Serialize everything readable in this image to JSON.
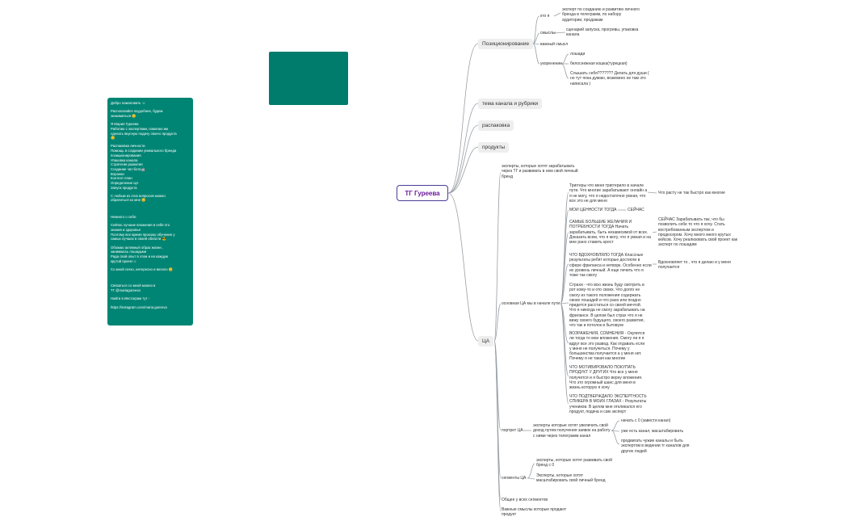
{
  "root": {
    "label": "ТГ Гуреева"
  },
  "panel": {
    "paragraphs": [
      [
        "Добро пожаловать ☺"
      ],
      [
        "Располагайся поудобнее, будем",
        "знакомиться 😊"
      ],
      [
        "Я Мария Гуреева",
        "Работаю с экспертами, помогаю им",
        "сделать вкусную подачу своего продукта",
        "😊"
      ],
      [
        "Распаковка личности",
        "Помощь в создании уникального бренда",
        "позиционирования",
        "Упаковка канала",
        "Стратегия развития",
        "Создание чат-бота🤖",
        "Воронки",
        "Контент план",
        "Определение ЦА",
        "Запуск продукта"
      ],
      [
        "С любым из этих вопросов можно",
        "обратиться ко мне 😊"
      ],
      [
        ""
      ],
      [
        "Немного о себе:"
      ],
      [
        "Сейчас лучшие вложения в себя это",
        "знания и здоровье",
        "Поэтому все время прохожу обучение у",
        "самых лучших в своей области 😎"
      ],
      [
        "Обожаю активный образ жизни ,",
        "занимаюсь лошадьми",
        "Рада свой опыт в этом и на каждую",
        "крутой проект☺"
      ],
      [
        "Со мной легко, интересно и весело 😊"
      ],
      [
        ""
      ],
      [
        "Связаться со мной можно в",
        "ТГ @mariagureeva"
      ],
      [
        "Найти в Инстаграм тут -"
      ],
      [
        "https://instagram.com/maria.gureeva"
      ]
    ]
  },
  "branches": {
    "pos": "Позиционирование",
    "tema": "тема канала и рубрики",
    "raspak": "распаковка",
    "produkty": "продукты",
    "ca": "ЦА"
  },
  "pos": {
    "kto": "кто я",
    "kto_text": "эксперт по созданию и развитию личного бренда в телеграмм, по набору аудитории, продажам",
    "smysly": "смыслы",
    "smysly_text": "сценарий запуска, прогревы, упаковка канала",
    "vazhny": "важный смысл",
    "ukorenie": "укоренение",
    "horse": "лошади",
    "ship": "белоснежная кошка(турецкая)",
    "slyshat": "Слышать себя??????? Делать для души ( но тут пока думаю, возможно не там это написала )"
  },
  "ca": {
    "experts": "эксперты, которые хотят зарабатывать через ТГ и развивать в нем свой личный бренд",
    "osnovnaya": "основная ЦА мы в начале пути",
    "triggers": "Триггеры что меня триггерило в начале пути. Что многие зарабатывают онлайн а я не могу, что я недостаточно умная, что все это не для меня",
    "triggers_r": "Что расту не так быстро как многие",
    "cennosti": "МОИ ЦЕННОСТИ ТОГДА",
    "seychas_s": "СЕЙЧАС",
    "bolshie": "САМЫЕ БОЛЬШИЕ ЖЕЛАНИЯ И ПОТРЕБНОСТИ ТОГДА Начать зарабатывать, быть независимой от всех. Доказать всем, что я могу, что я умная и на мне рано ставить крест",
    "seychas_r": "СЕЙЧАС Зарабатывать так, что бы позволить себе то что я хочу. Стать востребованным экспертом и продюсером. Хочу много много крутых кейсов. Хочу реализовать свой проект как эксперт по лошадям",
    "vdohnovlyalo": "ЧТО ВДОХНОВЛЯЛО ТОГДА Классные результаты ребят которые достигли в сфере фриланса и нетворк. Особенно если их уровень личный. А еще лечить что я тоже так смогу",
    "vdohnovlyaet": "Вдохновляет то , что я делаю и у меня получается",
    "strahi": "Страхи - что всю жизнь буду смотреть в рот кому-то и ото своих. Что долго не смогу из такого положения содержать своих лошадей и что рано или поздно придется расстаться со своей мечтой. Что я никогда не смогу зарабатывать на фрилансе. В целом был страх что я не вижу своего будущего, своего развития, что так и потолок в бытовухе",
    "vozrazheniya": "ВОЗРАЖЕНИЯ, СОМНЕНИЯ - Окупится ли тогда то мои вложения. Смогу ли я я вдруг все это развод. Как отдавать если у меня не получиться. Почему у большинства получается а у меня нет. Почему я не такая как многие",
    "motivirovalo": "ЧТО МОТИВИРОВАЛО ПОКУПАТЬ ПРОДУКТ У ДРУГИХ Что все у меня получится и я быстро верну вложения. Что это огромный шанс для меня в жизнь которую я хочу",
    "podtverzhdalo": "ЧТО ПОДТВЕРЖДАЛО ЭКСПЕРТНОСТЬ СПИКЕРА В МОИХ ГЛАЗАХ - Результаты учеников. В целом мне откликался его продукт, подача и сам эксперт",
    "portret": "портрет ЦА",
    "portret_text": "эксперты которые хотят увеличить свой доход путем получения заявок на работу с ними через телеграмм канал",
    "nachat": "начать с 0 (завести канал)",
    "uzhe": "уже есть канал, масштабировать",
    "prodvigat": "продвигать чужие каналы и быть экспертом в ведении тг каналов для других людей",
    "segmenty": "сегменты ЦА",
    "seg1": "эксперты, которые хотят развивать свой бренд с 0",
    "seg2": "Эксперты, которые хотят масштабировать свой личный бренд",
    "obshee": "Общее у всех сегментов",
    "vazhnye": "Важные смыслы которые продают продукт"
  },
  "colors": {
    "panel": "#008574",
    "teal_box": "#007c6c",
    "root_border": "#4b3c97",
    "root_text": "#6a1b9a",
    "line": "#9aa0a6"
  }
}
